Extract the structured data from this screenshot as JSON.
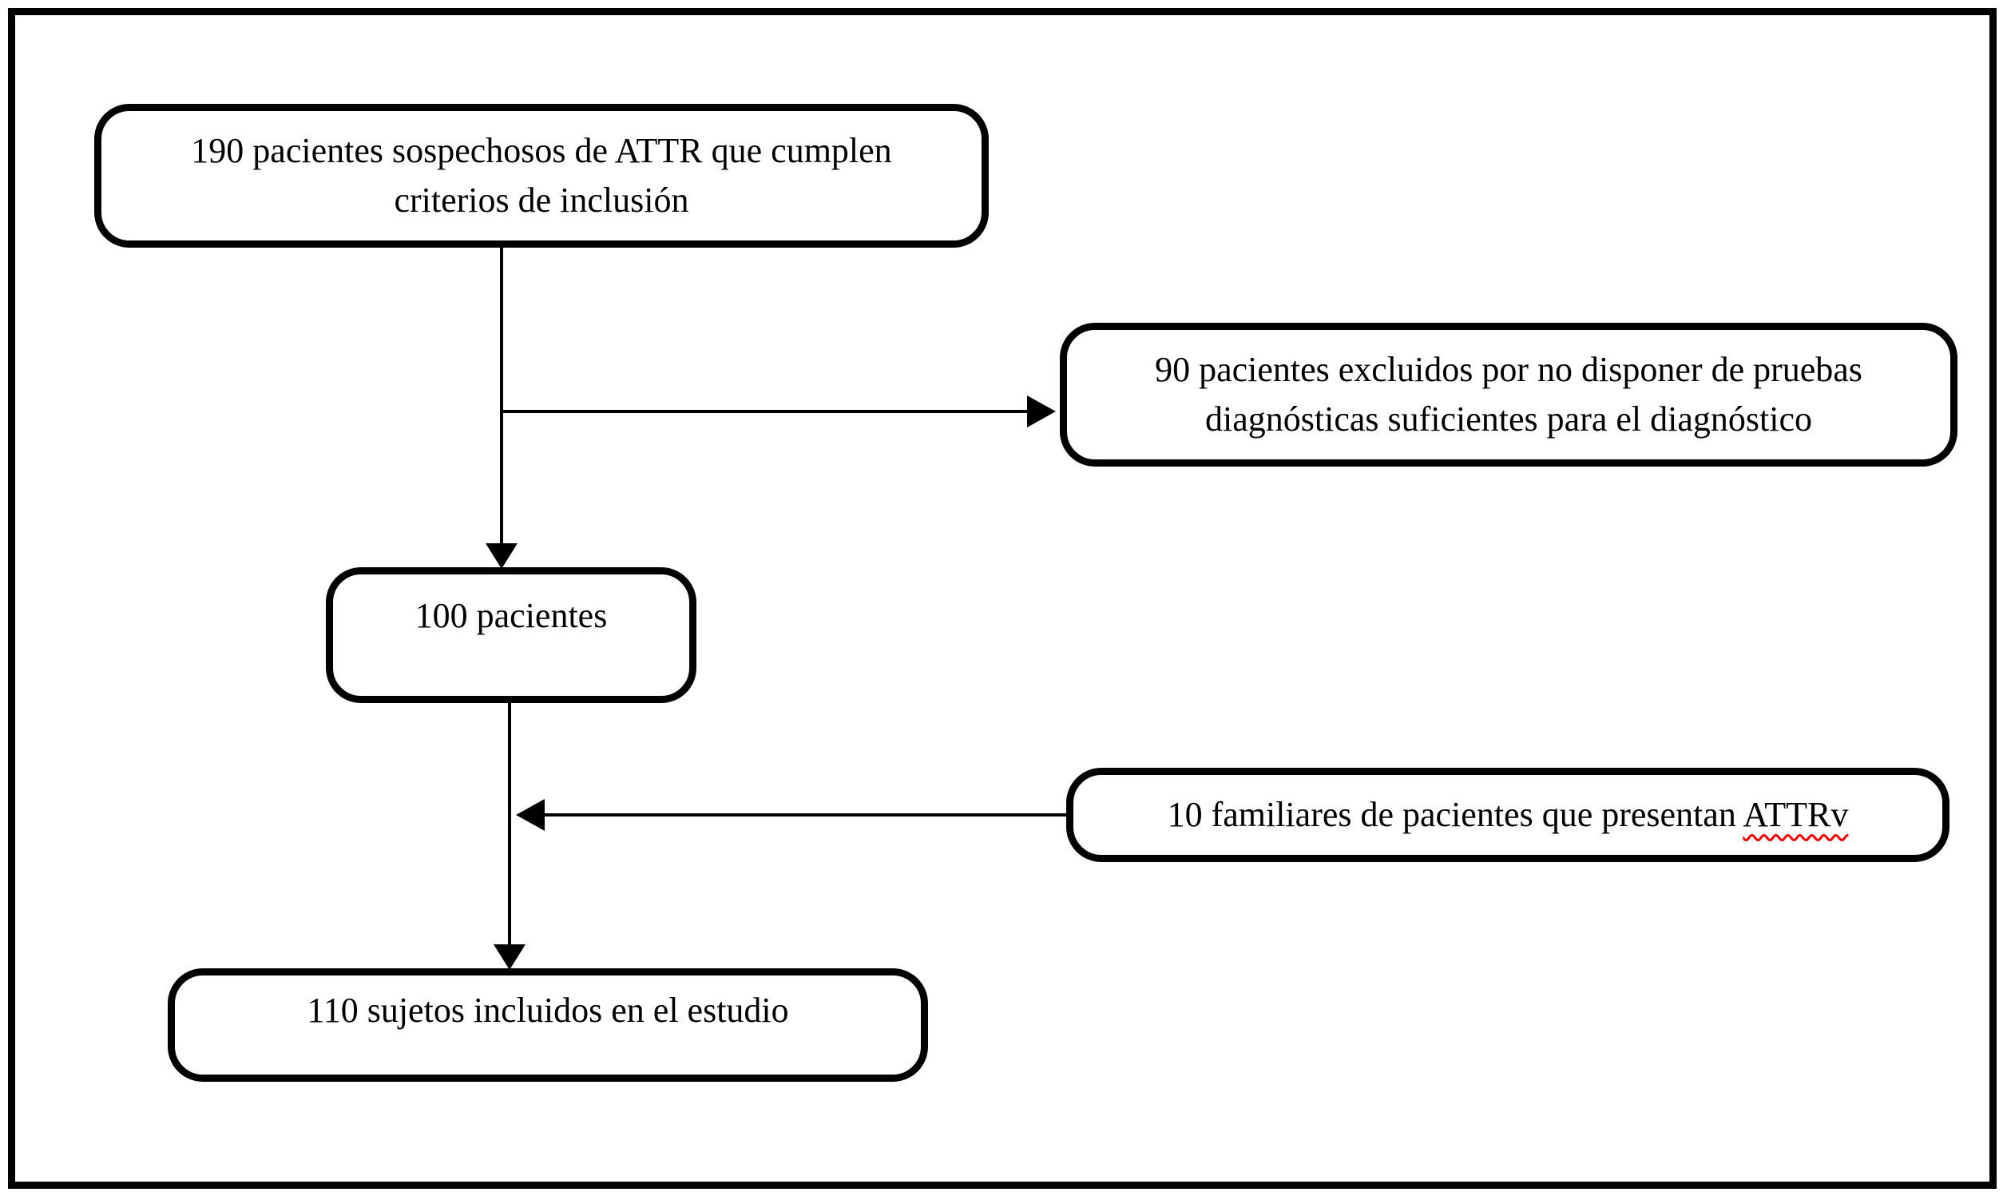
{
  "figure": {
    "type": "flowchart",
    "language": "es",
    "background_color": "#ffffff",
    "line_color": "#000000",
    "spellcheck_underline_color": "#ff0000",
    "boxes": {
      "suspected": {
        "text": "190 pacientes sospechosos de ATTR que cumplen\ncriterios de inclusión"
      },
      "excluded": {
        "text": "90 pacientes excluidos por no disponer de pruebas\ndiagnósticas suficientes para el diagnóstico"
      },
      "patients": {
        "text": "100 pacientes"
      },
      "relatives": {
        "prefix": "10 familiares de pacientes que presentan ",
        "underlined_term": "ATTRv"
      },
      "included": {
        "text": "110 sujetos incluidos en el estudio"
      }
    },
    "flow": [
      "190 sospechosos -> 100 pacientes",
      "190 sospechosos -> 90 excluidos",
      "10 familiares -> 100 pacientes",
      "100 pacientes -> 110 incluidos"
    ]
  }
}
